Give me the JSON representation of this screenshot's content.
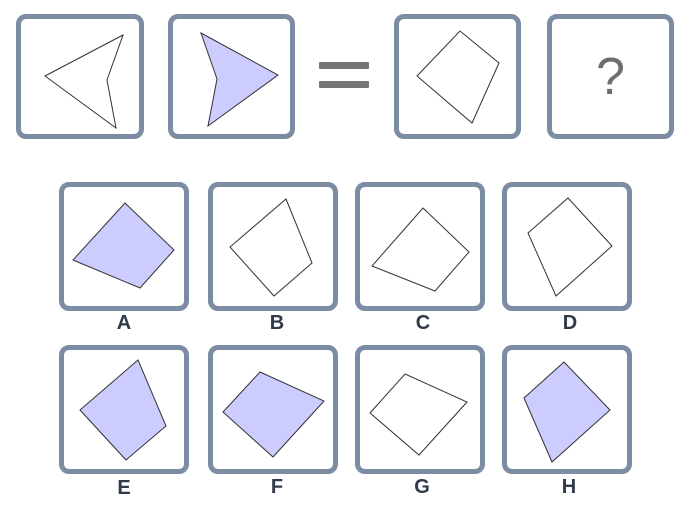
{
  "question": {
    "equals_symbol": "=",
    "unknown_symbol": "?"
  },
  "options": [
    {
      "label": "A",
      "fill": "#ccccff"
    },
    {
      "label": "B",
      "fill": "#ffffff"
    },
    {
      "label": "C",
      "fill": "#ffffff"
    },
    {
      "label": "D",
      "fill": "#ffffff"
    },
    {
      "label": "E",
      "fill": "#ccccff"
    },
    {
      "label": "F",
      "fill": "#ccccff"
    },
    {
      "label": "G",
      "fill": "#ffffff"
    },
    {
      "label": "H",
      "fill": "#ccccff"
    }
  ],
  "colors": {
    "tile_border": "#7b8ca3",
    "shape_fill_blue": "#ccccff",
    "shape_fill_white": "#ffffff",
    "shape_stroke": "#333333"
  }
}
